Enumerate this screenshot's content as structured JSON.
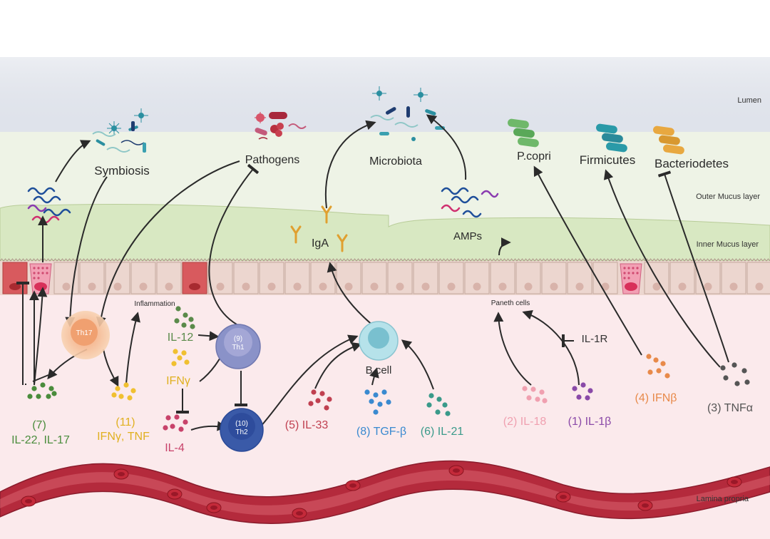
{
  "layers": {
    "lumen": "Lumen",
    "outer_mucus": "Outer Mucus layer",
    "inner_mucus": "Inner Mucus layer",
    "lamina_propria": "Lamina propria"
  },
  "top": {
    "symbiosis": "Symbiosis",
    "pathogens": "Pathogens",
    "microbiota": "Microbiota",
    "pcopri": "P.copri",
    "firmicutes": "Firmicutes",
    "bacteriodetes": "Bacteriodetes"
  },
  "mid": {
    "iga": "IgA",
    "amps": "AMPs",
    "inflammation": "Inflammation",
    "paneth": "Paneth cells"
  },
  "cells": {
    "th17": "Th17",
    "th1_num": "(9)",
    "th1": "Th1",
    "th2_num": "(10)",
    "th2": "Th2",
    "bcell": "B cell"
  },
  "cytokines": {
    "il12": "IL-12",
    "ifng": "IFNγ",
    "il4": "IL-4",
    "il1r": "IL-1R",
    "c7_num": "(7)",
    "c7": "IL-22, IL-17",
    "c11_num": "(11)",
    "c11": "IFNγ, TNF",
    "c5": "(5) IL-33",
    "c8": "(8) TGF-β",
    "c6": "(6) IL-21",
    "c2": "(2) IL-18",
    "c1": "(1) IL-1β",
    "c4": "(4) IFNβ",
    "c3": "(3) TNFα"
  },
  "colors": {
    "lumen": "#dde1ea",
    "outer_mucus": "#eef3e6",
    "inner_mucus": "#d8e8c2",
    "epithelium": "#ecd6cf",
    "lamina": "#fbeaec",
    "vessel": "#b42a3c",
    "il22": "#4a8c3c",
    "ifn_tnf": "#f0c030",
    "il12": "#5a8a4a",
    "il4": "#c8426a",
    "il33": "#c04050",
    "tgfb": "#3a8ad0",
    "il21": "#3a9a8a",
    "il18": "#f0a0b0",
    "il1b": "#8a4aa8",
    "ifnb": "#e88a4a",
    "tnfa": "#555555"
  }
}
